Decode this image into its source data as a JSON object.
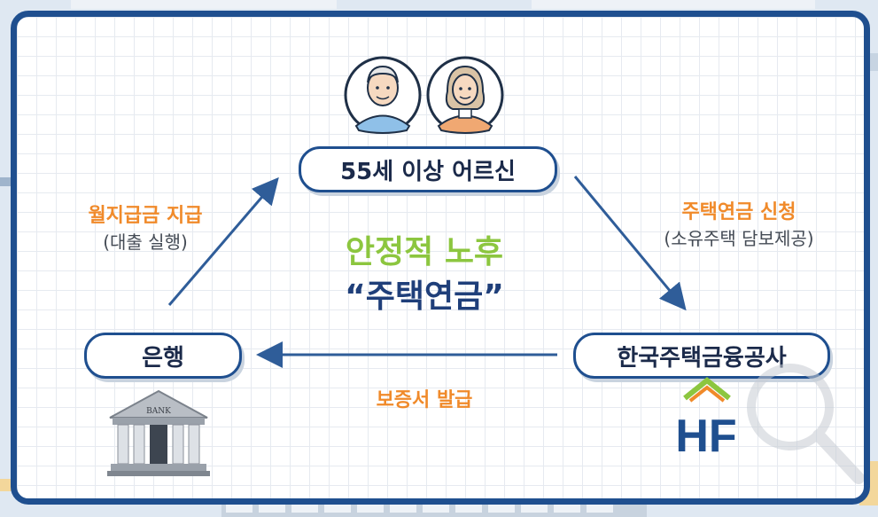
{
  "nodes": {
    "seniors": "55세 이상 어르신",
    "bank": "은행",
    "hf": "한국주택금융공사"
  },
  "edges": {
    "left_title": "월지급금 지급",
    "left_sub": "(대출 실행)",
    "right_title": "주택연금 신청",
    "right_sub": "(소유주택 담보제공)",
    "bottom": "보증서 발급"
  },
  "center": {
    "line1": "안정적 노후",
    "line2": "“주택연금”"
  },
  "bank_sign": "BANK",
  "hf_logo": "HF",
  "colors": {
    "navy": "#1f4f8f",
    "orange": "#f08a2a",
    "green": "#8cc63f",
    "arrow": "#2f5d99"
  }
}
